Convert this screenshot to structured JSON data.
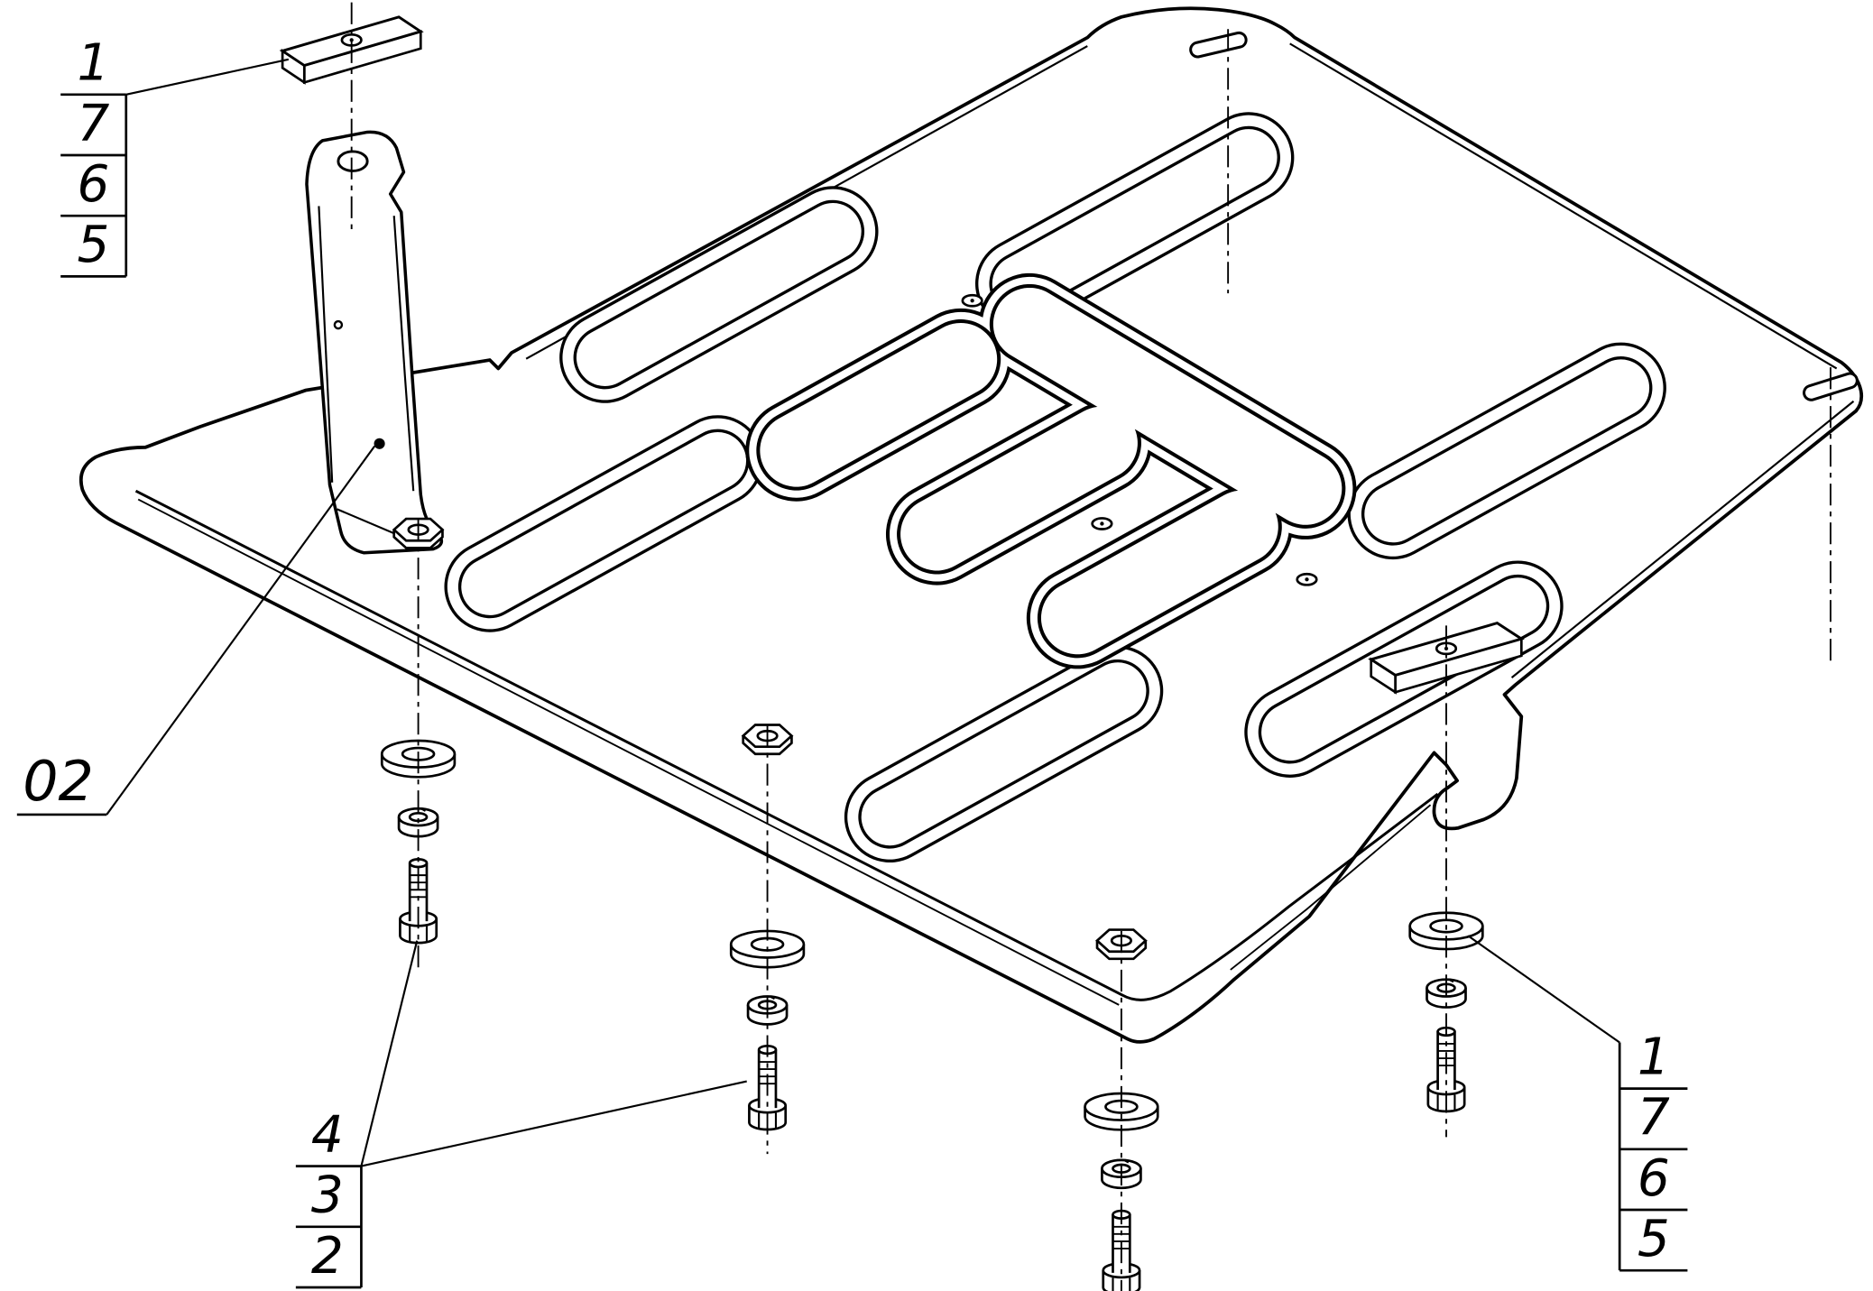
{
  "drawing": {
    "colors": {
      "line": "#000000",
      "background": "#ffffff"
    },
    "callouts": {
      "top_left_stack": {
        "items": [
          "1",
          "7",
          "6",
          "5"
        ]
      },
      "bracket_label": "02",
      "bottom_left_stack": {
        "items": [
          "4",
          "3",
          "2"
        ]
      },
      "bottom_right_stack": {
        "items": [
          "1",
          "7",
          "6",
          "5"
        ]
      }
    }
  }
}
